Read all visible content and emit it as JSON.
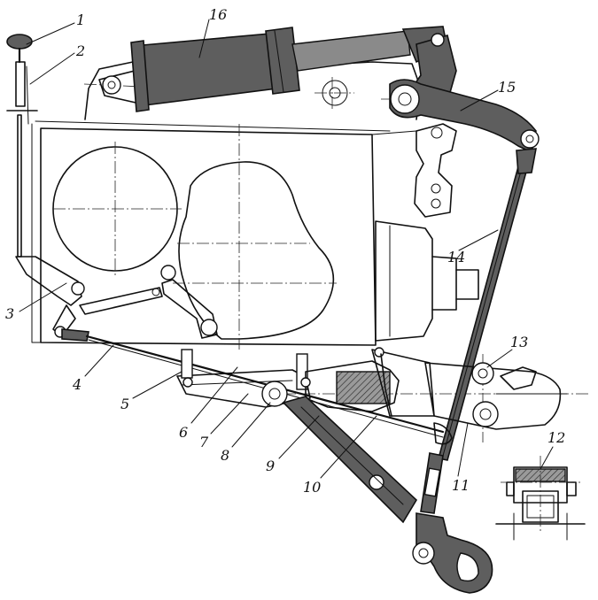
{
  "figure": {
    "callouts": [
      {
        "id": "1",
        "text": "1"
      },
      {
        "id": "2",
        "text": "2"
      },
      {
        "id": "3",
        "text": "3"
      },
      {
        "id": "4",
        "text": "4"
      },
      {
        "id": "5",
        "text": "5"
      },
      {
        "id": "6",
        "text": "6"
      },
      {
        "id": "7",
        "text": "7"
      },
      {
        "id": "8",
        "text": "8"
      },
      {
        "id": "9",
        "text": "9"
      },
      {
        "id": "10",
        "text": "10"
      },
      {
        "id": "11",
        "text": "11"
      },
      {
        "id": "12",
        "text": "12"
      },
      {
        "id": "13",
        "text": "13"
      },
      {
        "id": "14",
        "text": "14"
      },
      {
        "id": "15",
        "text": "15"
      },
      {
        "id": "16",
        "text": "16"
      }
    ]
  },
  "colors": {
    "ink": "#111111",
    "part_fill": "#5e5e5e",
    "background": "#ffffff"
  }
}
